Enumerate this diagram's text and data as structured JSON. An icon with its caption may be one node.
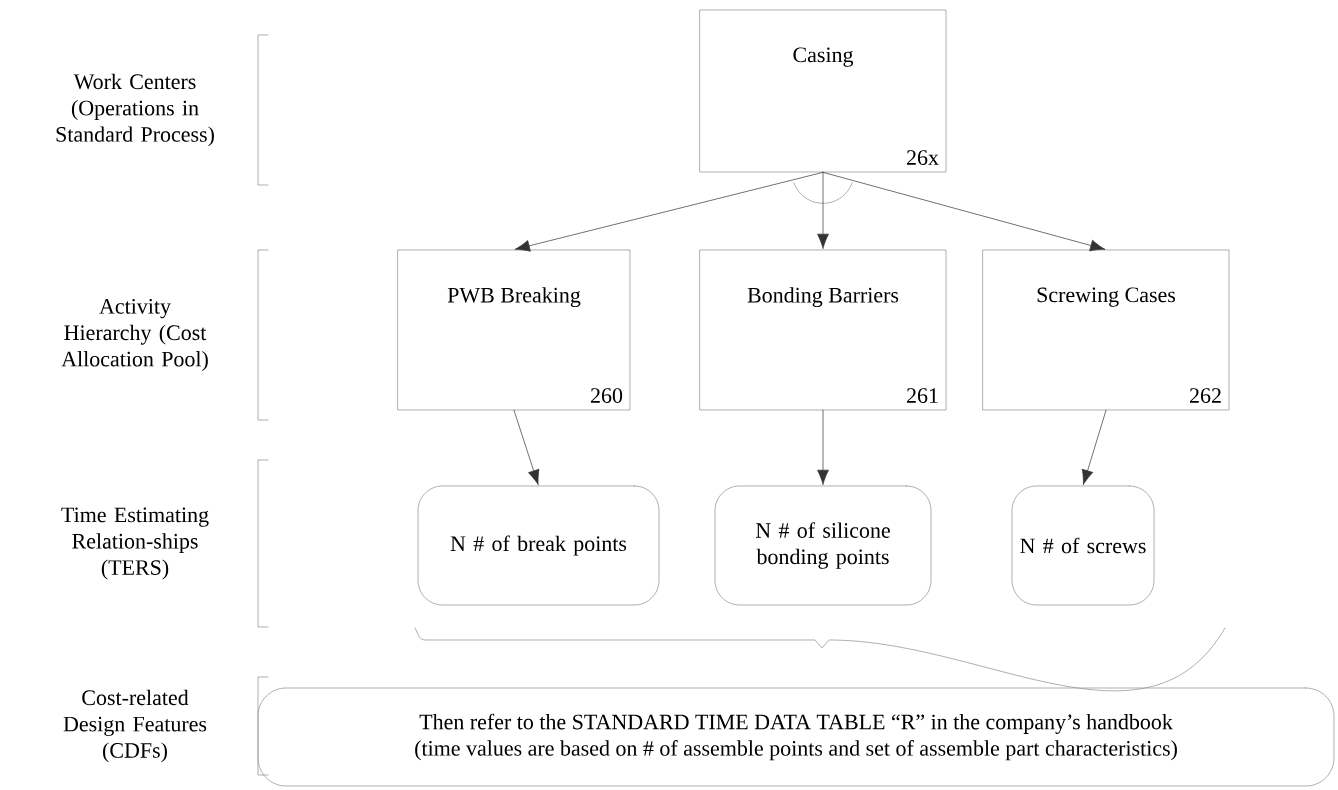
{
  "diagram": {
    "nodes": [
      {
        "text": [
          "Casing",
          "26x"
        ]
      },
      {
        "text": [
          "PWB Breaking",
          "260"
        ]
      },
      {
        "text": [
          "Bonding Barriers",
          "261"
        ]
      },
      {
        "text": [
          "Screwing Cases",
          "262"
        ]
      },
      {
        "text": [
          "N # of break points"
        ]
      },
      {
        "text": [
          "N # of silicone bonding points"
        ]
      },
      {
        "text": [
          "N # of screws"
        ]
      },
      {
        "text": [
          "Then refer to the STANDARD TIME DATA TABLE “R”  in the company’s handbook",
          "(time values are based on # of assemble points and set of assemble part characteristics)"
        ]
      }
    ],
    "edges": [
      {
        "from": 0,
        "to": 1,
        "arrow": "to"
      },
      {
        "from": 0,
        "to": 2,
        "arrow": "to"
      },
      {
        "from": 0,
        "to": 3,
        "arrow": "to"
      },
      {
        "from": 1,
        "to": 4,
        "arrow": "to"
      },
      {
        "from": 2,
        "to": 5,
        "arrow": "to"
      },
      {
        "from": 3,
        "to": 6,
        "arrow": "to"
      }
    ],
    "labels": [
      "Work Centers (Operations in Standard Process)",
      "Activity Hierarchy (Cost Allocation Pool)",
      "Time Estimating Relation-ships (TERS)",
      "Cost-related Design Features (CDFs)"
    ]
  }
}
